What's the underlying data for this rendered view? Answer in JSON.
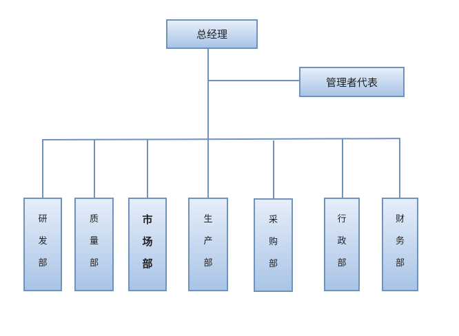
{
  "org_chart": {
    "top": {
      "label": "总经理"
    },
    "representative": {
      "label": "管理者代表"
    },
    "departments": [
      {
        "key": "rd",
        "label": "研发部"
      },
      {
        "key": "quality",
        "label": "质量部"
      },
      {
        "key": "marketing",
        "label": "市场部"
      },
      {
        "key": "production",
        "label": "生产部"
      },
      {
        "key": "purchasing",
        "label": "采购部"
      },
      {
        "key": "admin",
        "label": "行政部"
      },
      {
        "key": "finance",
        "label": "财务部"
      }
    ]
  },
  "colors": {
    "line": "#6f92bc",
    "box_border": "#6f92bc",
    "box_fill_top": "#e6eef9",
    "box_fill_bottom": "#a9c4e6"
  }
}
